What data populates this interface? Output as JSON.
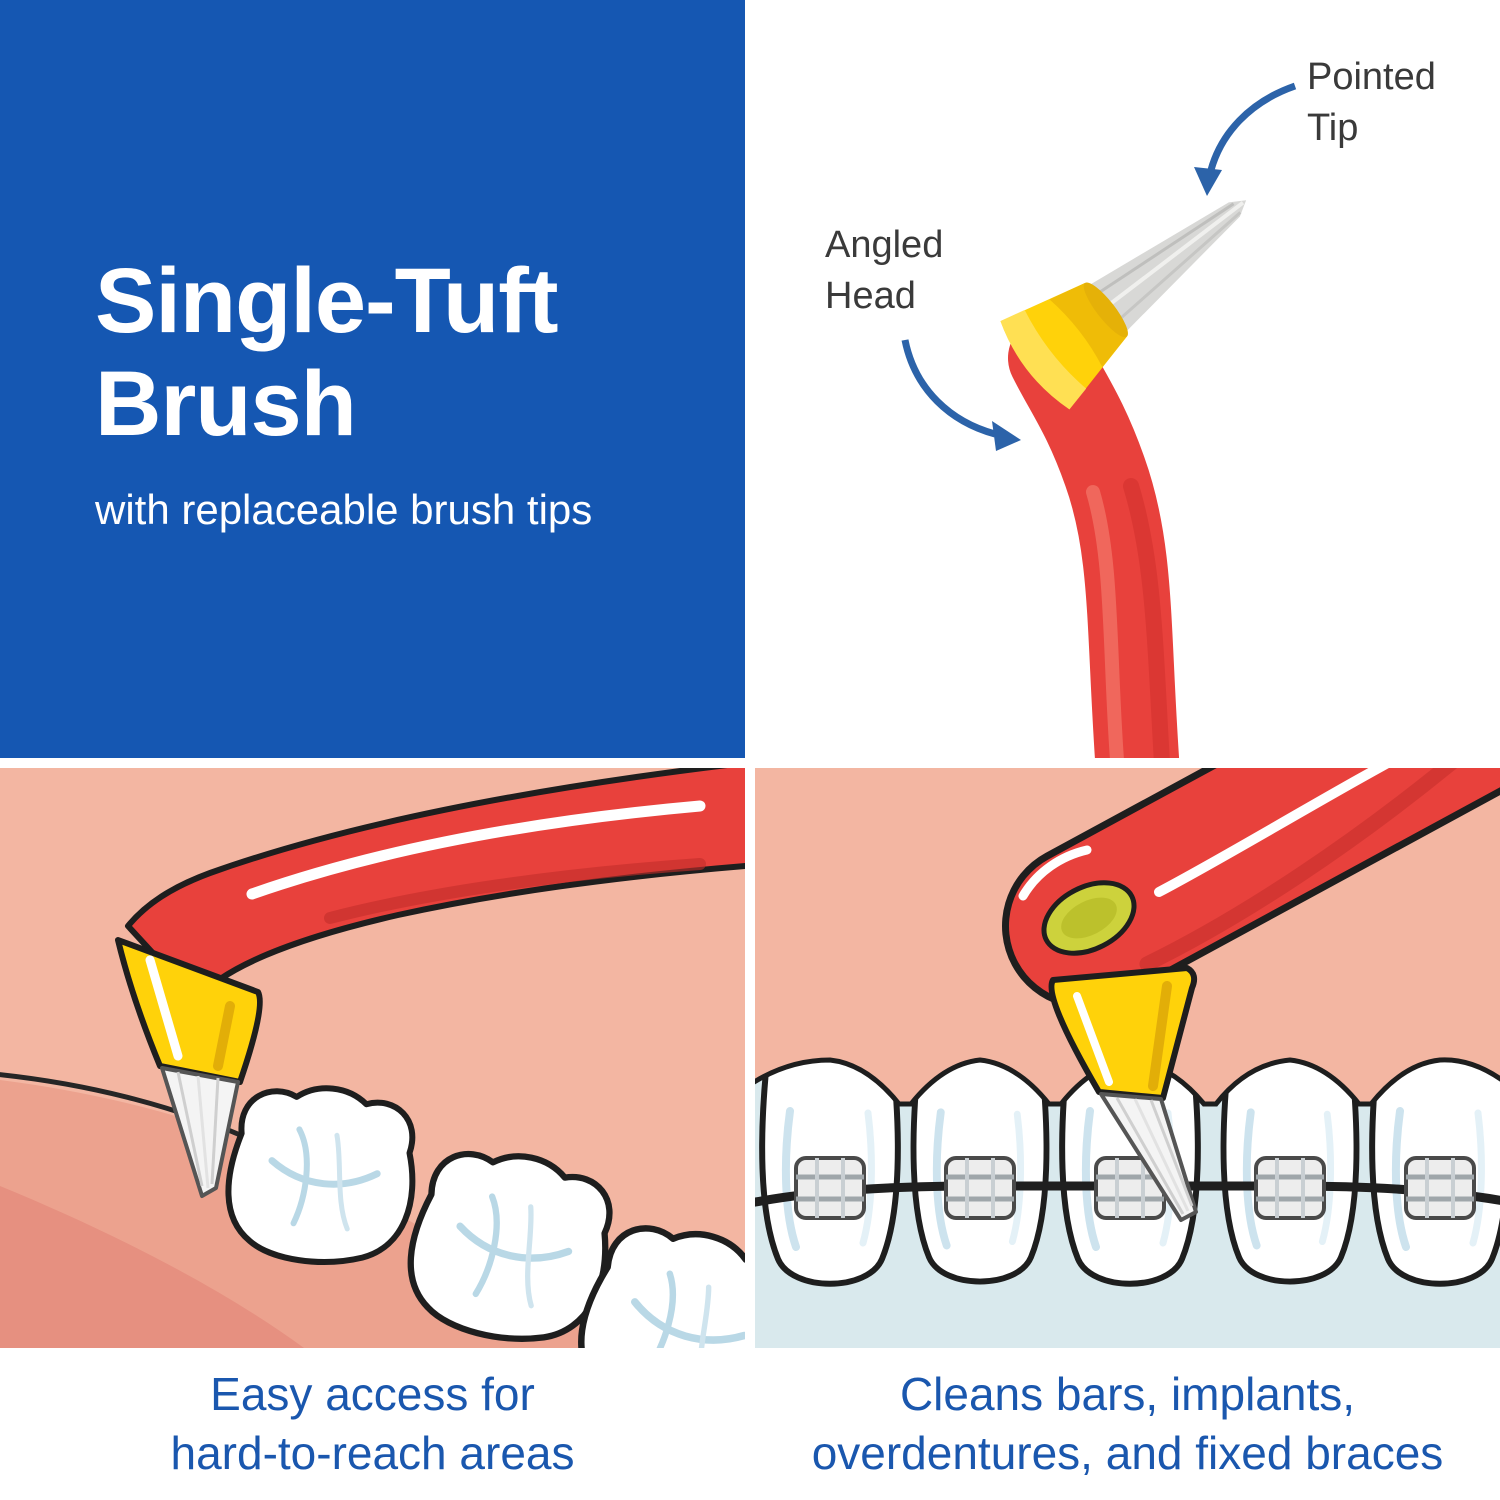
{
  "panels": {
    "intro": {
      "title_line1": "Single-Tuft",
      "title_line2": "Brush",
      "subtitle": "with replaceable brush tips"
    },
    "product": {
      "labels": {
        "pointed_tip": {
          "line1": "Pointed",
          "line2": "Tip"
        },
        "angled_head": {
          "line1": "Angled",
          "line2": "Head"
        }
      }
    },
    "access": {
      "caption_line1": "Easy access for",
      "caption_line2": "hard-to-reach areas"
    },
    "braces": {
      "caption_line1": "Cleans bars, implants,",
      "caption_line2": "overdentures, and fixed braces"
    }
  },
  "colors": {
    "panel_blue": "#1557b2",
    "caption_blue": "#1a57ae",
    "label_gray": "#3a3a3a",
    "arrow_blue": "#2c63a9",
    "brush_red": "#e8413c",
    "brush_red_dark": "#c22d2a",
    "brush_yellow": "#ffd20a",
    "brush_yellow_dark": "#e2ae08",
    "bristle_light": "#f4f4f4",
    "bristle_gray": "#d8d8d6",
    "gum_pink": "#f3b6a2",
    "gum_pink_dark": "#eca28e",
    "gum_pink_deep": "#e69080",
    "braces_background_blue": "#d9e9ed",
    "tooth_white": "#ffffff",
    "tooth_shade_blue": "#b9d8e6",
    "outline_black": "#1e1e1e",
    "hole_olive": "#cdd23c"
  }
}
